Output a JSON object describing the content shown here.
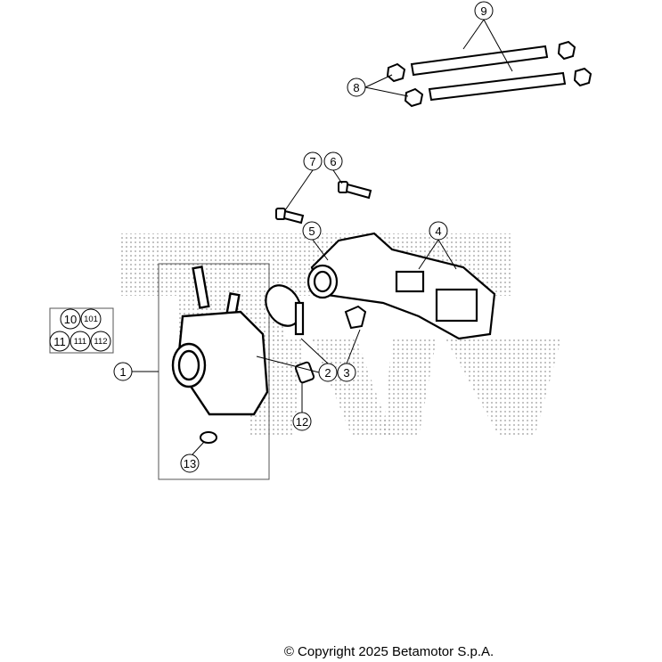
{
  "diagram": {
    "callouts": [
      "1",
      "2",
      "3",
      "4",
      "5",
      "6",
      "7",
      "8",
      "9",
      "12",
      "13"
    ],
    "legend_box": [
      "10",
      "101",
      "11",
      "111",
      "112"
    ]
  },
  "footer": {
    "copyright": "© Copyright 2025 Betamotor S.p.A."
  }
}
